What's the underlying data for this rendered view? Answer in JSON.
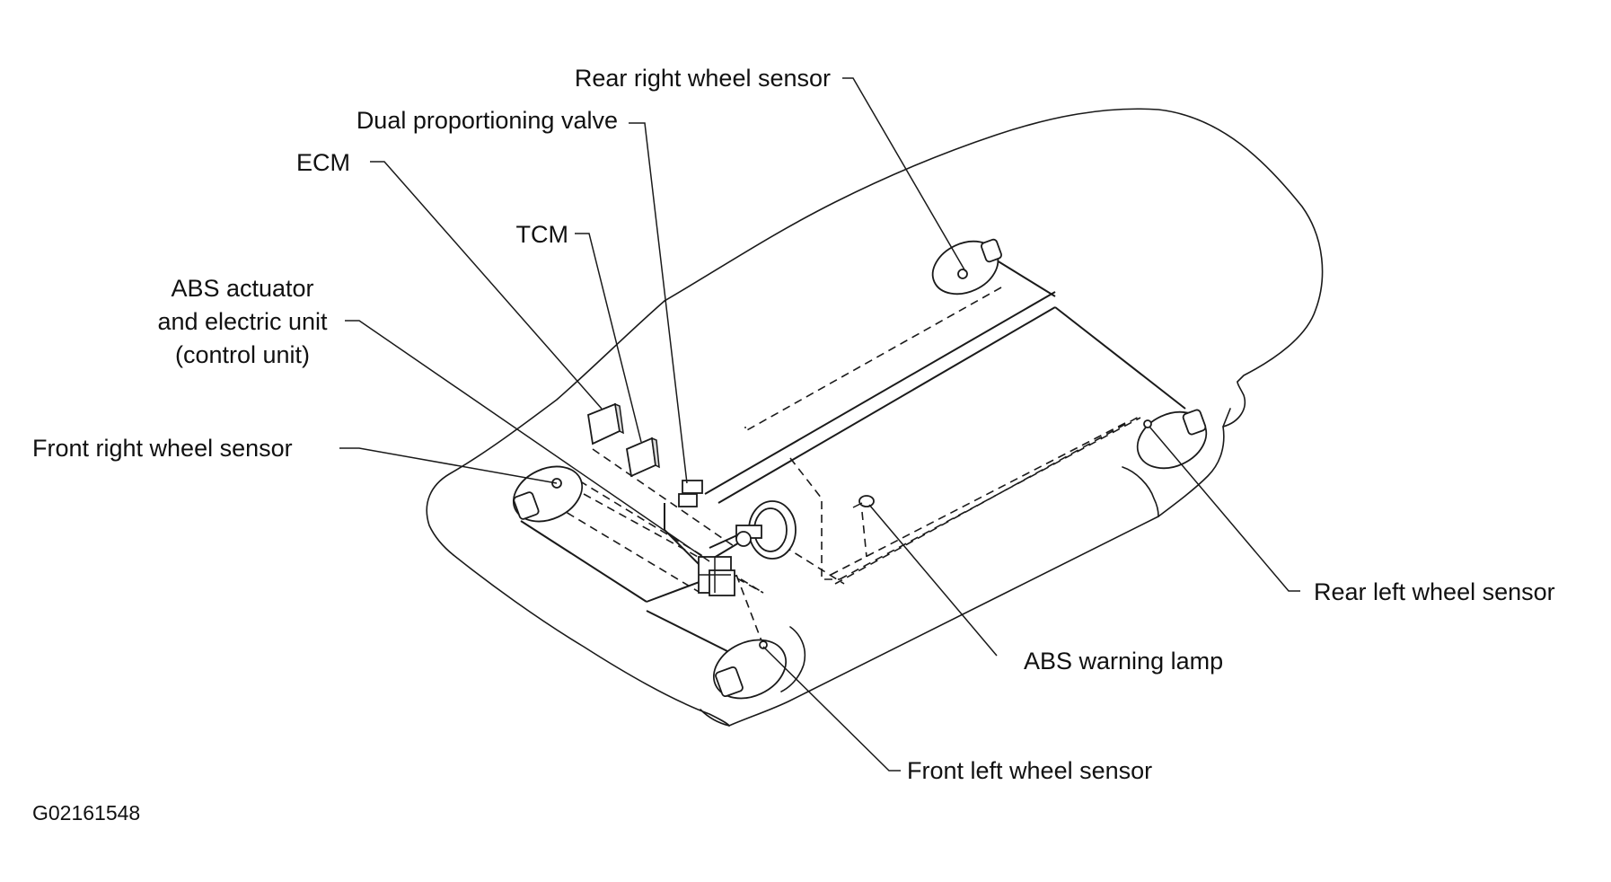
{
  "labels": {
    "rear_right_wheel_sensor": "Rear right wheel sensor",
    "dual_proportioning_valve": "Dual proportioning valve",
    "ecm": "ECM",
    "tcm": "TCM",
    "abs_actuator_line1": "ABS actuator",
    "abs_actuator_line2": "and electric unit",
    "abs_actuator_line3": "(control unit)",
    "front_right_wheel_sensor": "Front right wheel sensor",
    "rear_left_wheel_sensor": "Rear left wheel sensor",
    "abs_warning_lamp": "ABS warning lamp",
    "front_left_wheel_sensor": "Front left wheel sensor"
  },
  "figure_code": "G02161548",
  "colors": {
    "line": "#1a1a1a",
    "text": "#111111",
    "background": "#ffffff"
  }
}
